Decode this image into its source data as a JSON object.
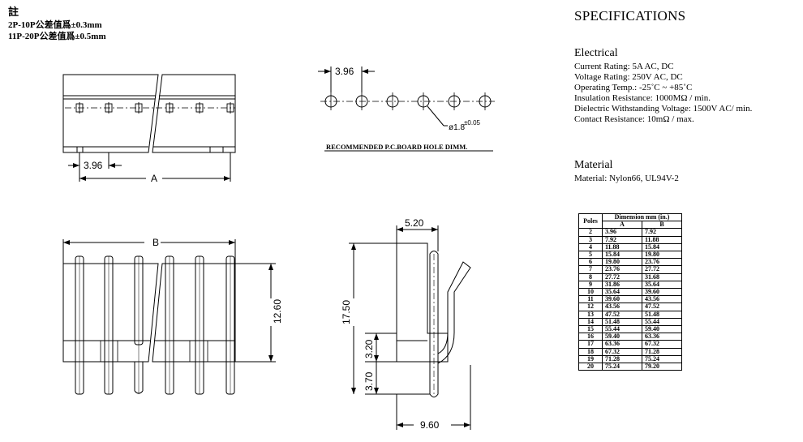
{
  "notes": {
    "title": "註",
    "line1": "2P-10P公差值爲±0.3mm",
    "line2": "11P-20P公差值爲±0.5mm"
  },
  "top_view": {
    "pitch": "3.96",
    "dim_a": "A"
  },
  "hole_pattern": {
    "pitch": "3.96",
    "hole_dia": "ø1.8",
    "hole_tol": "±0.05",
    "caption": "RECOMMENDED P.C.BOARD HOLE DIMM."
  },
  "front_view": {
    "dim_b": "B",
    "height": "12.60"
  },
  "side_view": {
    "top_width": "5.20",
    "total_height": "17.50",
    "mid_height": "3.20",
    "lower_height": "3.70",
    "bottom_width": "9.60"
  },
  "specs": {
    "title": "SPECIFICATIONS",
    "electrical_heading": "Electrical",
    "electrical": [
      "Current Rating: 5A AC, DC",
      "Voltage Rating: 250V AC, DC",
      "Operating Temp.: -25˚C ~ +85˚C",
      "Insulation Resistance: 1000MΩ / min.",
      "Dielectric Withstanding Voltage: 1500V AC/ min.",
      "Contact Resistance: 10mΩ / max."
    ],
    "material_heading": "Material",
    "material": "Material: Nylon66, UL94V-2"
  },
  "dimension_table": {
    "poles_header": "Poles",
    "group_header": "Dimension mm (in.)",
    "col_a": "A",
    "col_b": "B",
    "rows": [
      [
        "2",
        "3.96",
        "7.92"
      ],
      [
        "3",
        "7.92",
        "11.88"
      ],
      [
        "4",
        "11.88",
        "15.84"
      ],
      [
        "5",
        "15.84",
        "19.80"
      ],
      [
        "6",
        "19.80",
        "23.76"
      ],
      [
        "7",
        "23.76",
        "27.72"
      ],
      [
        "8",
        "27.72",
        "31.68"
      ],
      [
        "9",
        "31.86",
        "35.64"
      ],
      [
        "10",
        "35.64",
        "39.60"
      ],
      [
        "11",
        "39.60",
        "43.56"
      ],
      [
        "12",
        "43.56",
        "47.52"
      ],
      [
        "13",
        "47.52",
        "51.48"
      ],
      [
        "14",
        "51.48",
        "55.44"
      ],
      [
        "15",
        "55.44",
        "59.40"
      ],
      [
        "16",
        "59.40",
        "63.36"
      ],
      [
        "17",
        "63.36",
        "67.32"
      ],
      [
        "18",
        "67.32",
        "71.28"
      ],
      [
        "19",
        "71.28",
        "75.24"
      ],
      [
        "20",
        "75.24",
        "79.20"
      ]
    ]
  }
}
